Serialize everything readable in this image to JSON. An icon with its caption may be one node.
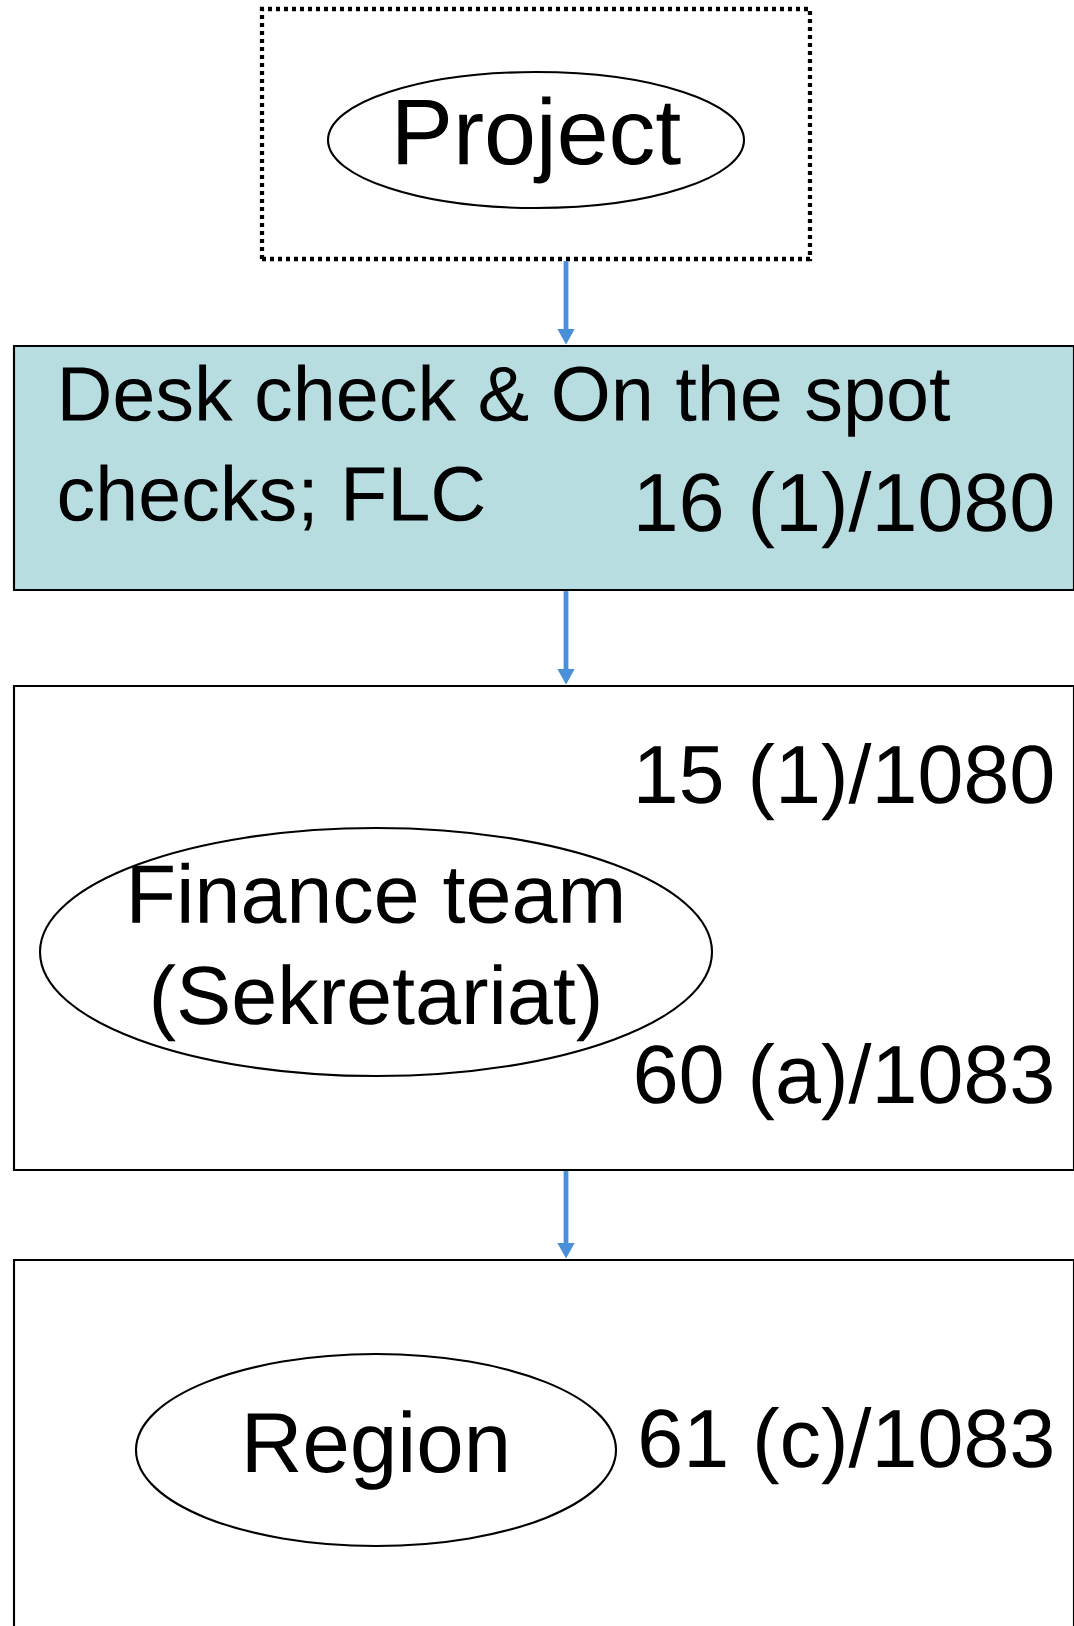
{
  "diagram": {
    "nodes": [
      {
        "text": [],
        "shape": "box"
      },
      {
        "text": [
          "Project"
        ],
        "in": 0
      },
      {
        "text": [
          "Desk check & On the spot checks; FLC",
          "16 (1)/1080"
        ]
      },
      {
        "text": [
          "15 (1)/1080",
          "60 (a)/1083"
        ]
      },
      {
        "text": [
          "Finance team (Sekretariat)"
        ],
        "in": 3
      },
      {
        "text": [
          "61 (c)/1083"
        ]
      },
      {
        "text": [
          "Region"
        ],
        "in": 5
      }
    ],
    "edges": [
      {
        "from": 0,
        "to": 2,
        "arrow": "to",
        "color": "#4a90d9"
      },
      {
        "from": 2,
        "to": 3,
        "arrow": "to",
        "color": "#4a90d9"
      },
      {
        "from": 3,
        "to": 5,
        "arrow": "to",
        "color": "#4a90d9"
      }
    ]
  }
}
